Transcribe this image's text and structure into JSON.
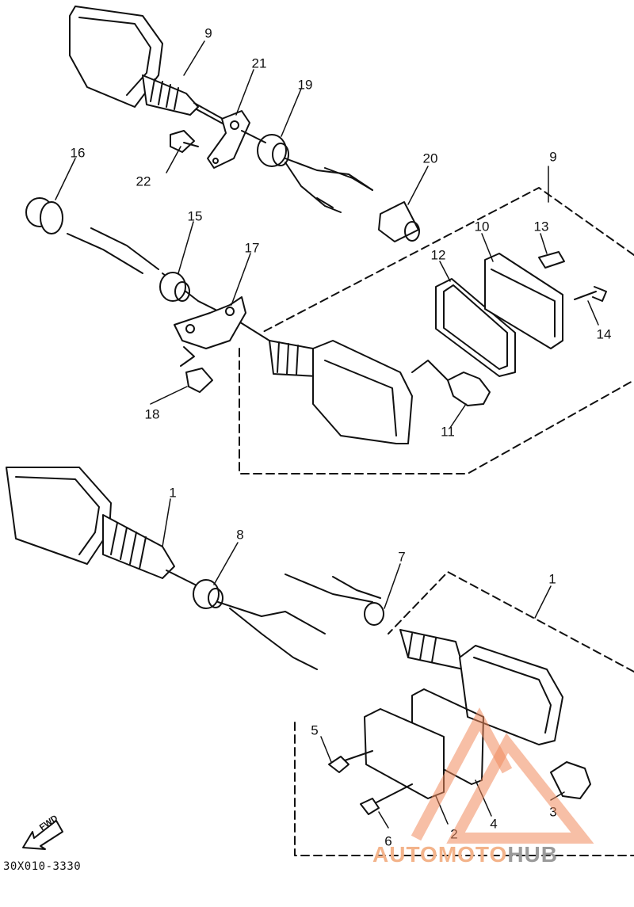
{
  "callouts": [
    {
      "id": "9a",
      "text": "9"
    },
    {
      "id": "21",
      "text": "21"
    },
    {
      "id": "19",
      "text": "19"
    },
    {
      "id": "16",
      "text": "16"
    },
    {
      "id": "22",
      "text": "22"
    },
    {
      "id": "20",
      "text": "20"
    },
    {
      "id": "9b",
      "text": "9"
    },
    {
      "id": "15",
      "text": "15"
    },
    {
      "id": "17",
      "text": "17"
    },
    {
      "id": "10",
      "text": "10"
    },
    {
      "id": "13",
      "text": "13"
    },
    {
      "id": "12",
      "text": "12"
    },
    {
      "id": "14",
      "text": "14"
    },
    {
      "id": "18",
      "text": "18"
    },
    {
      "id": "11",
      "text": "11"
    },
    {
      "id": "1a",
      "text": "1"
    },
    {
      "id": "8",
      "text": "8"
    },
    {
      "id": "7",
      "text": "7"
    },
    {
      "id": "1b",
      "text": "1"
    },
    {
      "id": "5",
      "text": "5"
    },
    {
      "id": "3",
      "text": "3"
    },
    {
      "id": "6",
      "text": "6"
    },
    {
      "id": "2",
      "text": "2"
    },
    {
      "id": "4",
      "text": "4"
    }
  ],
  "fwd_label": "FWD",
  "diagram_code": "30X010-3330",
  "watermark": {
    "part1": "AUTOMOTO",
    "part2": "HUB",
    "color_accent": "#f08a5d",
    "color_gray": "#9a9a9a"
  },
  "colors": {
    "line": "#111111",
    "background": "#ffffff"
  }
}
